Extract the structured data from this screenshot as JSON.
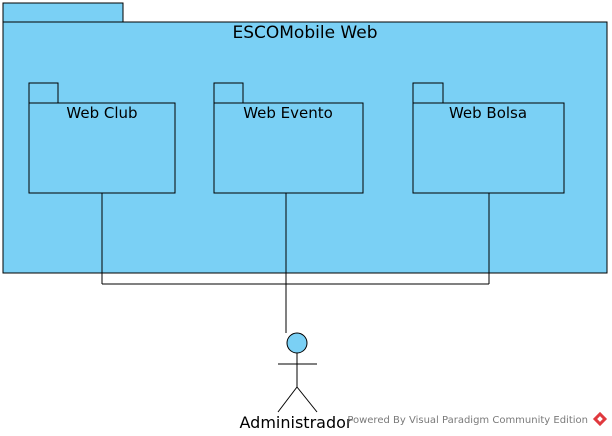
{
  "diagram": {
    "colors": {
      "package_fill": "#7ad0f5",
      "stroke": "#000000",
      "watermark_text": "#7a7a7a",
      "logo": "#e0393e"
    },
    "package": {
      "title": "ESCOMobile Web",
      "subpackages": [
        {
          "id": "web-club",
          "label": "Web Club"
        },
        {
          "id": "web-evento",
          "label": "Web Evento"
        },
        {
          "id": "web-bolsa",
          "label": "Web Bolsa"
        }
      ]
    },
    "actor": {
      "label": "Administrador",
      "icon": "stick-figure-icon"
    },
    "watermark": {
      "text": "Powered By Visual Paradigm Community Edition",
      "icon": "visual-paradigm-logo-icon"
    }
  }
}
